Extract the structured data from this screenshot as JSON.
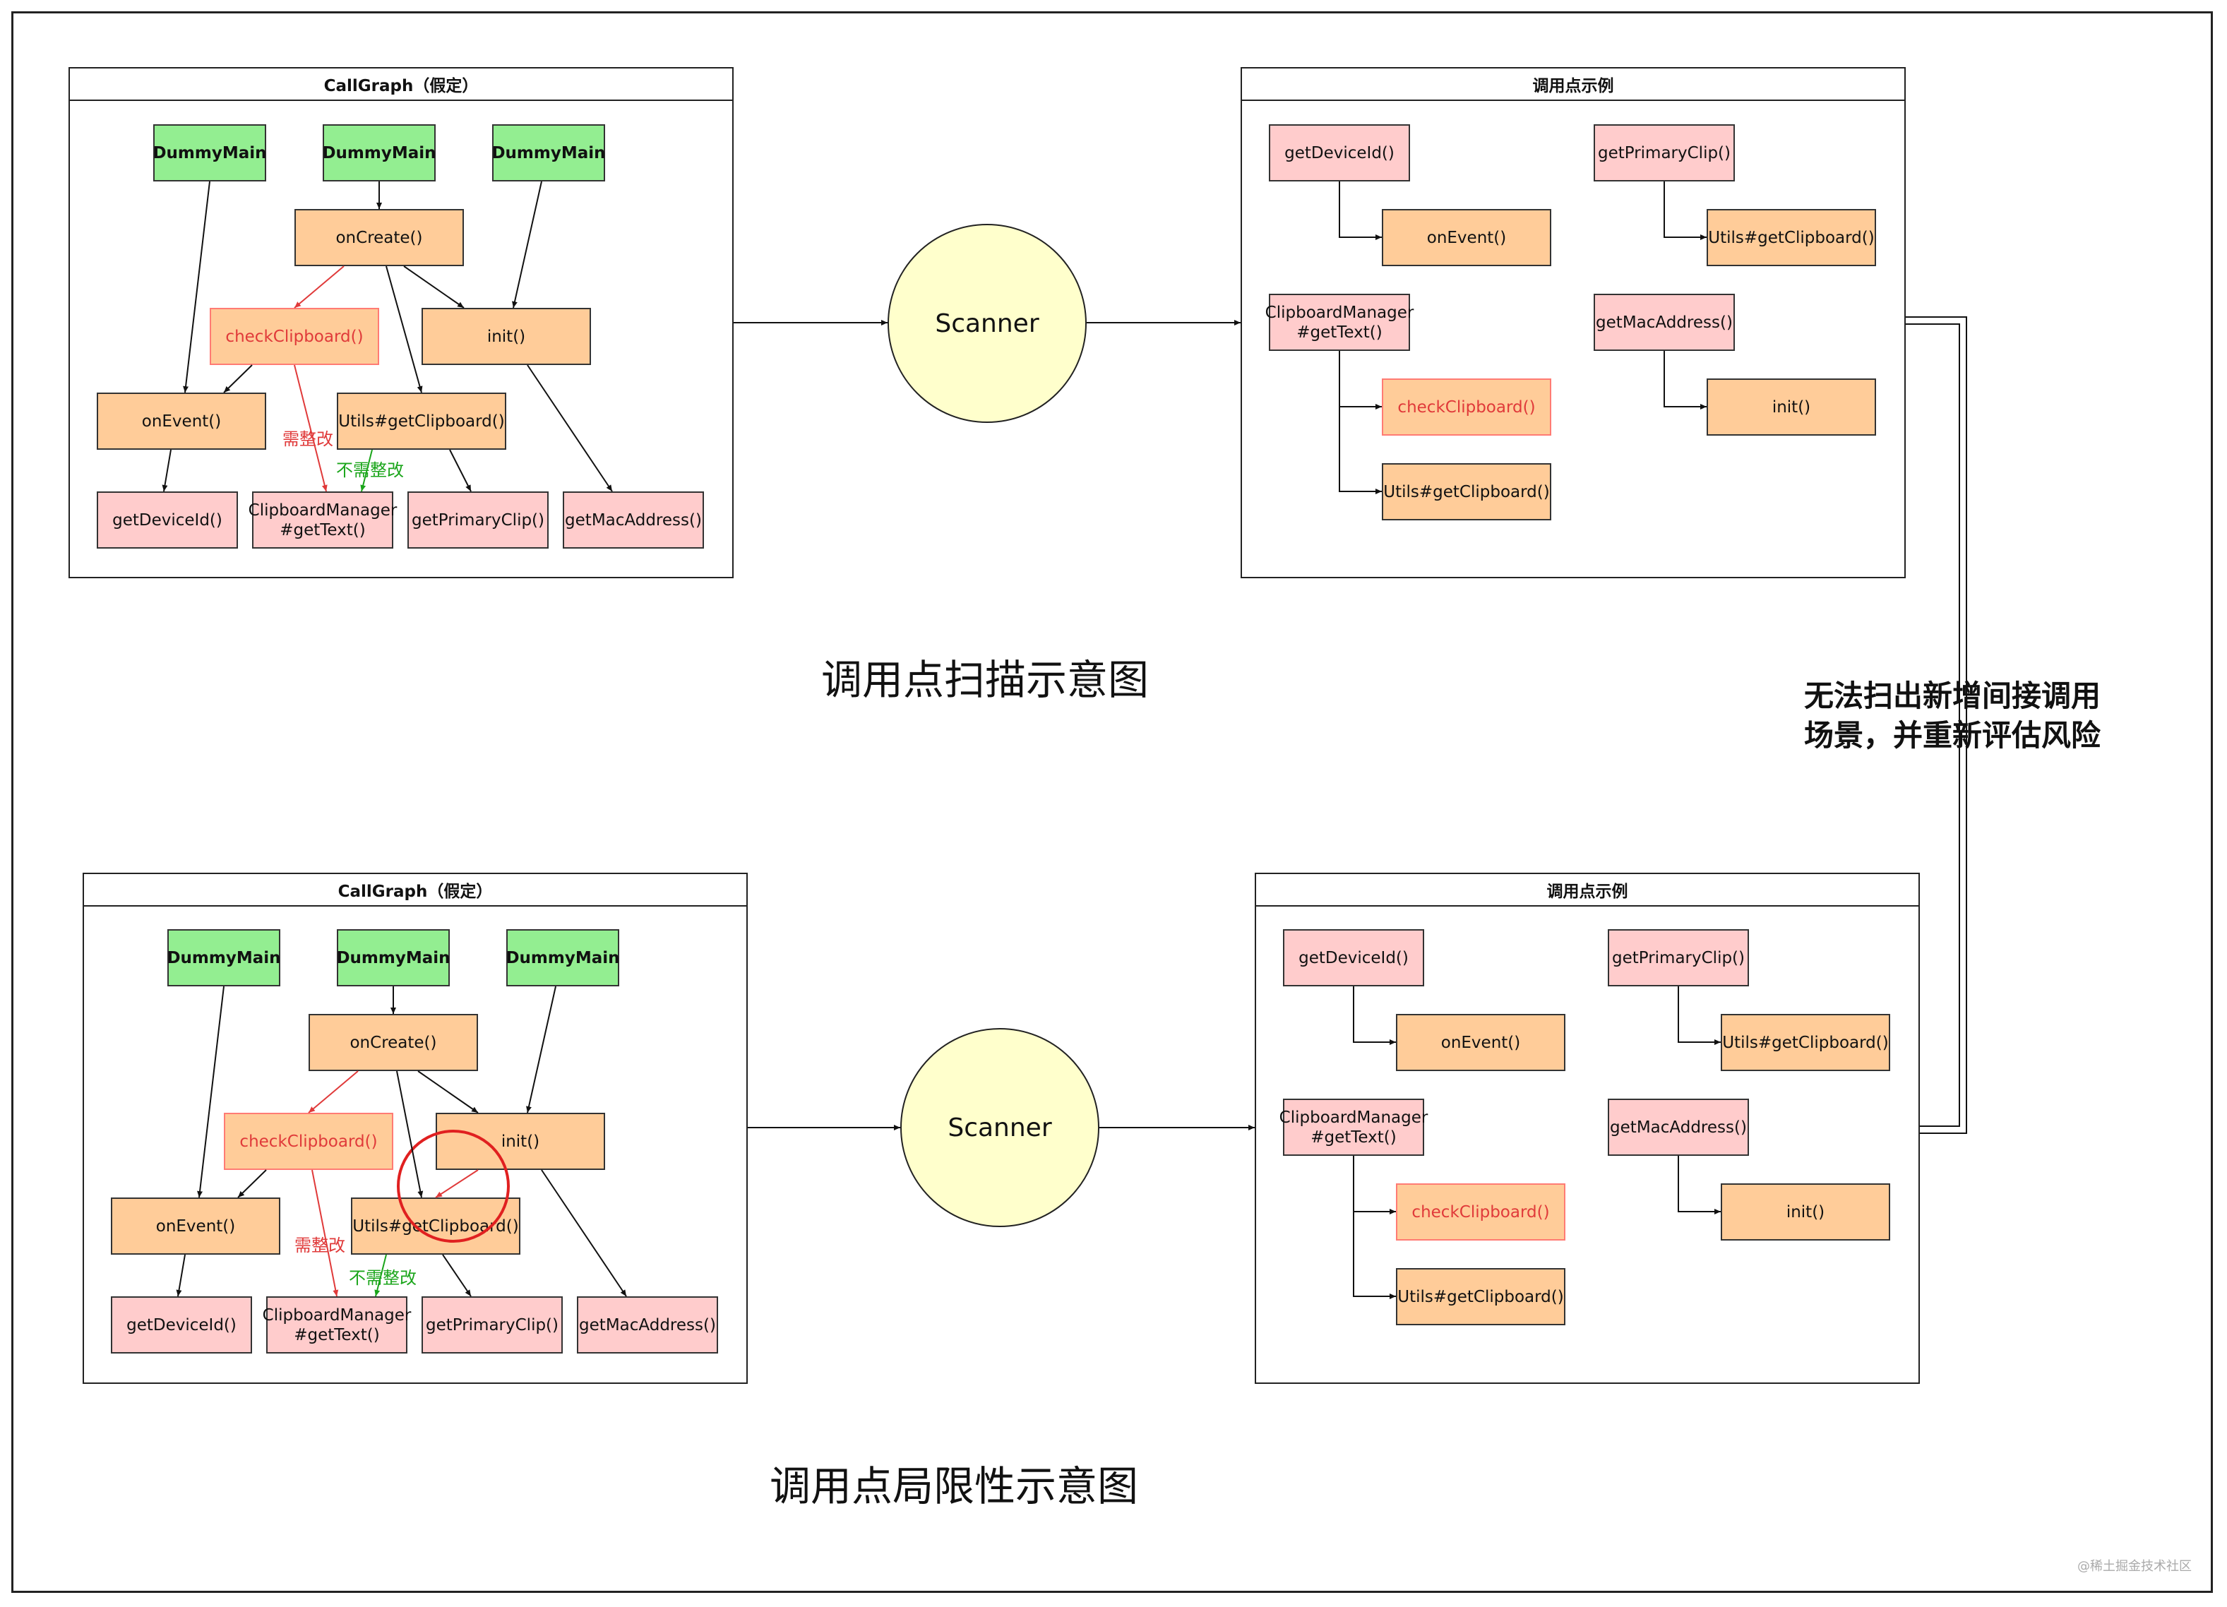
{
  "panels": {
    "callgraph_title": "CallGraph（假定）",
    "examples_title": "调用点示例"
  },
  "nodes": {
    "dummy_main": "DummyMain",
    "on_create": "onCreate()",
    "check_clipboard": "checkClipboard()",
    "init": "init()",
    "on_event": "onEvent()",
    "utils_get_clipboard": "Utils#getClipboard()",
    "get_device_id": "getDeviceId()",
    "clipboard_manager_line1": "ClipboardManager",
    "clipboard_manager_line2": "#getText()",
    "get_primary_clip": "getPrimaryClip()",
    "get_mac_address": "getMacAddress()"
  },
  "edge_labels": {
    "needs_fix": "需整改",
    "no_fix": "不需整改"
  },
  "scanner": "Scanner",
  "captions": {
    "top": "调用点扫描示意图",
    "bottom": "调用点局限性示意图"
  },
  "side_note": {
    "line1": "无法扫出新增间接调用",
    "line2": "场景，并重新评估风险"
  },
  "credit": "@稀土掘金技术社区",
  "colors": {
    "dummy_main": "#93ee91",
    "method": "#ffcc99",
    "sensitive_api": "#ffcccc",
    "scanner": "#ffffcc",
    "flagged_text": "#e03a3a",
    "ok_text": "#1aa51a"
  }
}
